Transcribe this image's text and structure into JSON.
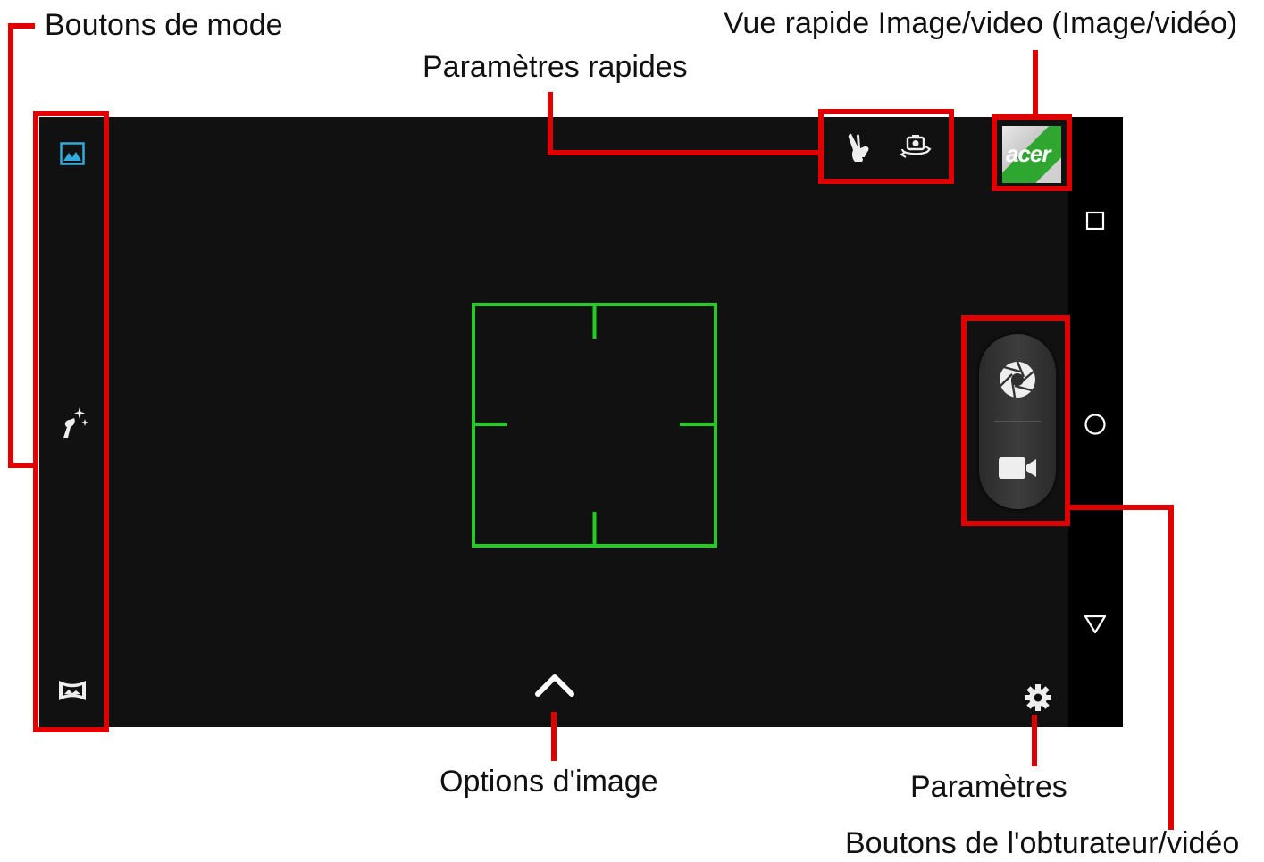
{
  "annotations": {
    "mode_buttons": "Boutons de mode",
    "quick_settings": "Paramètres rapides",
    "quick_view": "Vue rapide Image/video (Image/vidéo)",
    "image_options": "Options d'image",
    "settings": "Paramètres",
    "shutter_video_buttons": "Boutons de l'obturateur/vidéo"
  },
  "camera": {
    "thumbnail_text": "acer",
    "mode_icons": [
      "image-mode-icon",
      "beauty-mode-icon",
      "panorama-mode-icon"
    ],
    "quick_icons": [
      "gesture-icon",
      "switch-camera-icon"
    ],
    "nav_icons": [
      "recent-apps-icon",
      "home-icon",
      "back-icon"
    ]
  },
  "colors": {
    "annotation_red": "#e00000",
    "focus_green": "#22cc22",
    "accent_blue": "#33aadd",
    "thumb_green": "#2fa62f",
    "screen_bg": "#111111"
  }
}
